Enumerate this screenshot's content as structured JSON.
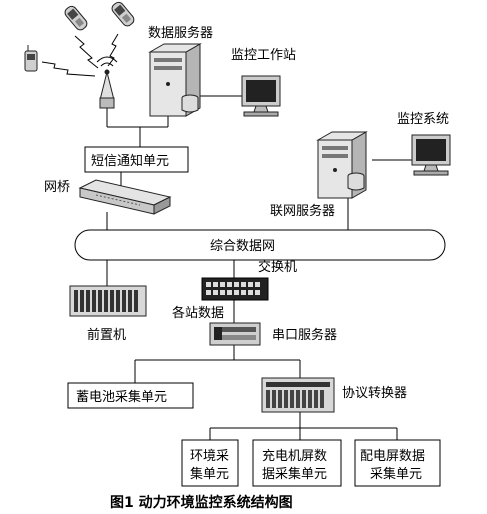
{
  "labels": {
    "data_server": "数据服务器",
    "monitor_workstation": "监控工作站",
    "monitor_system": "监控系统",
    "sms_unit": "短信通知单元",
    "bridge": "网桥",
    "network_server": "联网服务器",
    "integrated_network": "综合数据网",
    "switch": "交换机",
    "front_processor": "前置机",
    "station_data": "各站数据",
    "serial_server": "串口服务器",
    "battery_unit": "蓄电池采集单元",
    "protocol_converter": "协议转换器",
    "env_unit_line1": "环境采",
    "env_unit_line2": "集单元",
    "charger_unit_line1": "充电机屏数",
    "charger_unit_line2": "据采集单元",
    "power_unit_line1": "配电屏数据",
    "power_unit_line2": "采集单元"
  },
  "caption": "图1   动力环境监控系统结构图",
  "icons": [
    "mobile-phone-icon",
    "antenna-icon",
    "server-icon",
    "monitor-icon",
    "bridge-icon",
    "switch-icon",
    "rack-device-icon"
  ]
}
